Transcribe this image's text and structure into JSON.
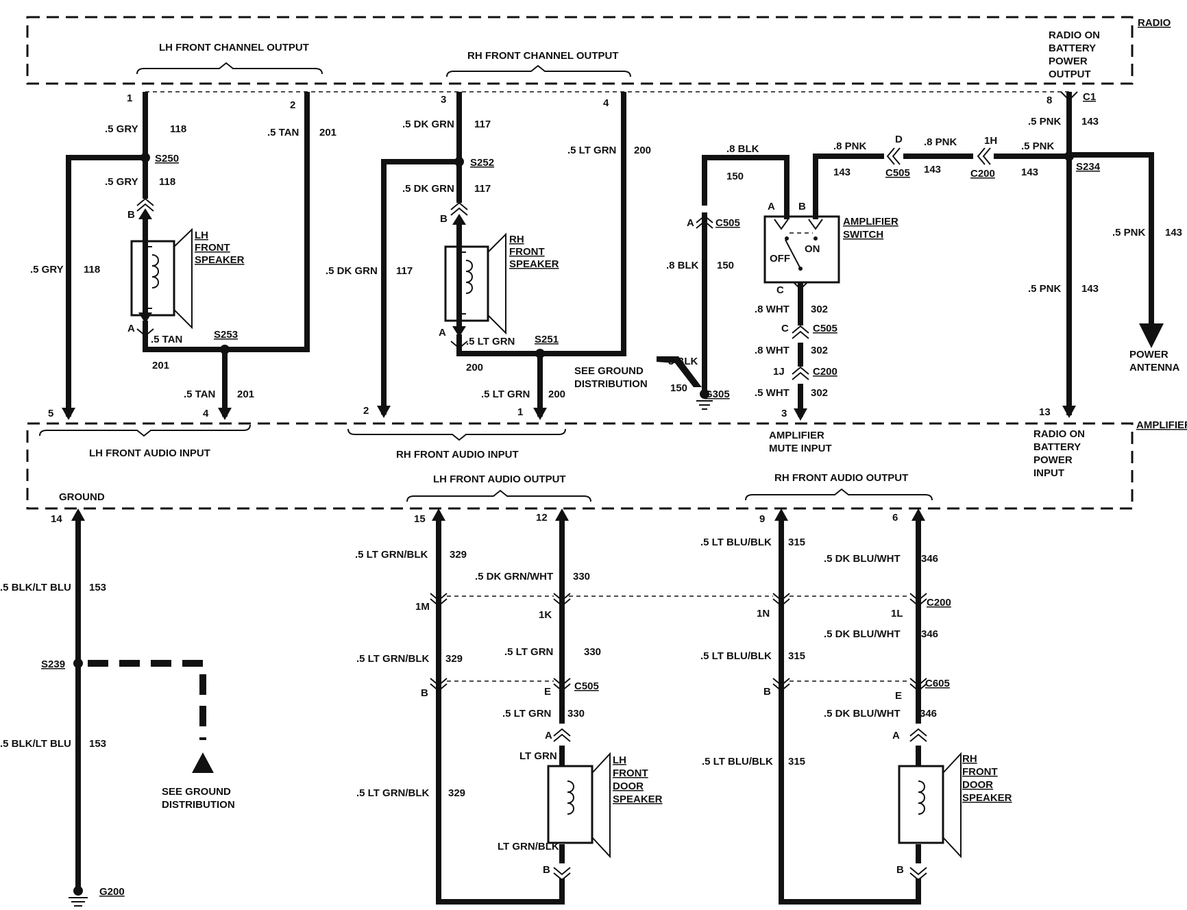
{
  "radio": {
    "box_label": "RADIO",
    "lh_out": "LH FRONT CHANNEL OUTPUT",
    "rh_out": "RH FRONT CHANNEL OUTPUT",
    "bat_out": [
      "RADIO ON",
      "BATTERY",
      "POWER",
      "OUTPUT"
    ],
    "pins": {
      "p1": "1",
      "p2": "2",
      "p3": "3",
      "p4": "4",
      "p8": "8",
      "c1": "C1"
    }
  },
  "amplifier": {
    "box_label": "AMPLIFIER",
    "lh_in": "LH FRONT AUDIO INPUT",
    "rh_in": "RH FRONT AUDIO INPUT",
    "mute_in": [
      "AMPLIFIER",
      "MUTE INPUT"
    ],
    "bat_in": [
      "RADIO ON",
      "BATTERY",
      "POWER",
      "INPUT"
    ],
    "ground": "GROUND",
    "lh_out": "LH FRONT AUDIO OUTPUT",
    "rh_out": "RH FRONT AUDIO OUTPUT",
    "pins": {
      "p5": "5",
      "p4": "4",
      "p2": "2",
      "p1": "1",
      "p3": "3",
      "p13": "13",
      "p14": "14",
      "p15": "15",
      "p12": "12",
      "p9": "9",
      "p6": "6"
    }
  },
  "wires": {
    "gry": ".5 GRY",
    "c118": "118",
    "tan": ".5 TAN",
    "c201": "201",
    "dkgrn": ".5 DK GRN",
    "c117": "117",
    "ltgrn": ".5 LT GRN",
    "c200": "200",
    "blk8": ".8 BLK",
    "c150": "150",
    "blk3": "3 BLK",
    "wht8": ".8 WHT",
    "wht5": ".5 WHT",
    "c302": "302",
    "pnk8": ".8 PNK",
    "pnk5": ".5 PNK",
    "c143": "143",
    "blkltblu": ".5 BLK/LT BLU",
    "c153": "153",
    "ltgrnblk": ".5 LT GRN/BLK",
    "c329": "329",
    "dkgrnwht": ".5 DK GRN/WHT",
    "c330": "330",
    "ltbluBlk": ".5 LT BLU/BLK",
    "c315": "315",
    "dkbluwht": ".5 DK BLU/WHT",
    "c346": "346",
    "ltgrn_plain": "LT GRN",
    "ltgrnblk_plain": "LT GRN/BLK"
  },
  "splices": {
    "s250": "S250",
    "s252": "S252",
    "s253": "S253",
    "s251": "S251",
    "s234": "S234",
    "s239": "S239"
  },
  "connectors": {
    "c505": "C505",
    "c200": "C200",
    "c605": "C605",
    "A": "A",
    "B": "B",
    "C": "C",
    "D": "D",
    "E": "E",
    "h1": "1H",
    "j1": "1J",
    "m1": "1M",
    "k1": "1K",
    "n1": "1N",
    "l1": "1L"
  },
  "grounds": {
    "g305": "G305",
    "g200": "G200"
  },
  "components": {
    "lh_speaker": [
      "LH",
      "FRONT",
      "SPEAKER"
    ],
    "rh_speaker": [
      "RH",
      "FRONT",
      "SPEAKER"
    ],
    "lh_door": [
      "LH",
      "FRONT",
      "DOOR",
      "SPEAKER"
    ],
    "rh_door": [
      "RH",
      "FRONT",
      "DOOR",
      "SPEAKER"
    ],
    "amp_switch": [
      "AMPLIFIER",
      "SWITCH"
    ],
    "sw_off": "OFF",
    "sw_on": "ON",
    "power_antenna": [
      "POWER",
      "ANTENNA"
    ],
    "see_ground_1": [
      "SEE GROUND",
      "DISTRIBUTION"
    ],
    "see_ground_2": [
      "SEE GROUND",
      "DISTRIBUTION"
    ]
  }
}
